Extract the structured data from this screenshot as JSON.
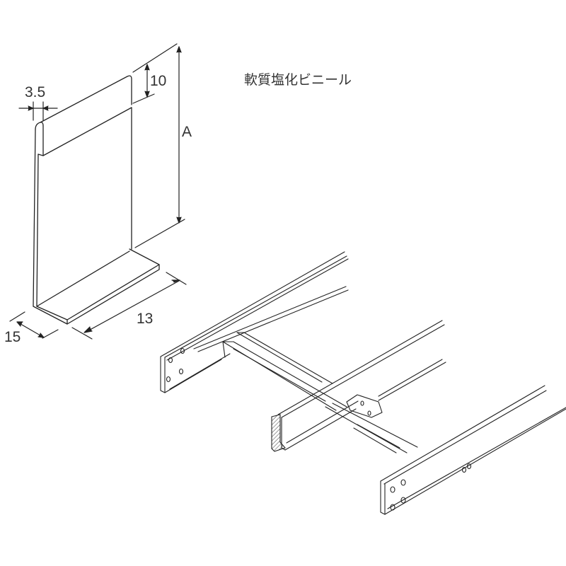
{
  "material_label": "軟質塩化ビニール",
  "dimensions": {
    "thickness": "3.5",
    "top_lip": "10",
    "height": "A",
    "depth": "15",
    "length": "13"
  },
  "colors": {
    "line": "#222222",
    "text": "#333333",
    "hatch": "#555555"
  }
}
